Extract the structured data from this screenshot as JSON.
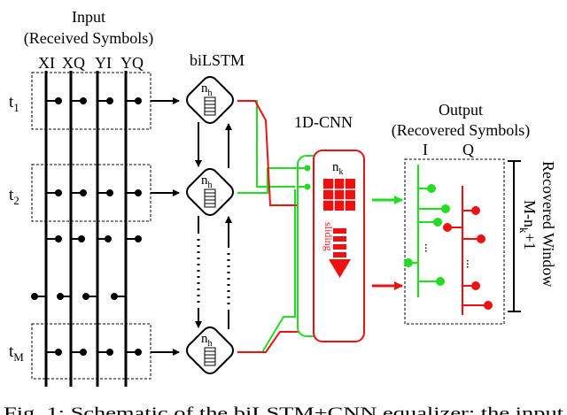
{
  "input": {
    "title": "Input",
    "subtitle": "(Received Symbols)",
    "columns": [
      "XI",
      "XQ",
      "YI",
      "YQ"
    ],
    "rows": [
      {
        "base": "t",
        "sub": "1"
      },
      {
        "base": "t",
        "sub": "2"
      },
      {
        "base": "t",
        "sub": "M"
      }
    ]
  },
  "bilstm": {
    "title": "biLSTM",
    "cell_base": "n",
    "cell_sub": "h"
  },
  "cnn": {
    "title": "1D-CNN",
    "kernel_base": "n",
    "kernel_sub": "k",
    "sliding": "sliding"
  },
  "output": {
    "title": "Output",
    "subtitle": "(Recovered Symbols)",
    "col_i": "I",
    "col_q": "Q",
    "dots": "..."
  },
  "window": {
    "label": "Recovered Window",
    "size_pre": "M-n",
    "size_sub": "k",
    "size_post": "+1"
  },
  "caption": "Fig. 1: Schematic of the biLSTM+CNN equalizer; the input",
  "colors": {
    "green": "#22dd22",
    "red": "#ee1111",
    "black": "#000000"
  }
}
